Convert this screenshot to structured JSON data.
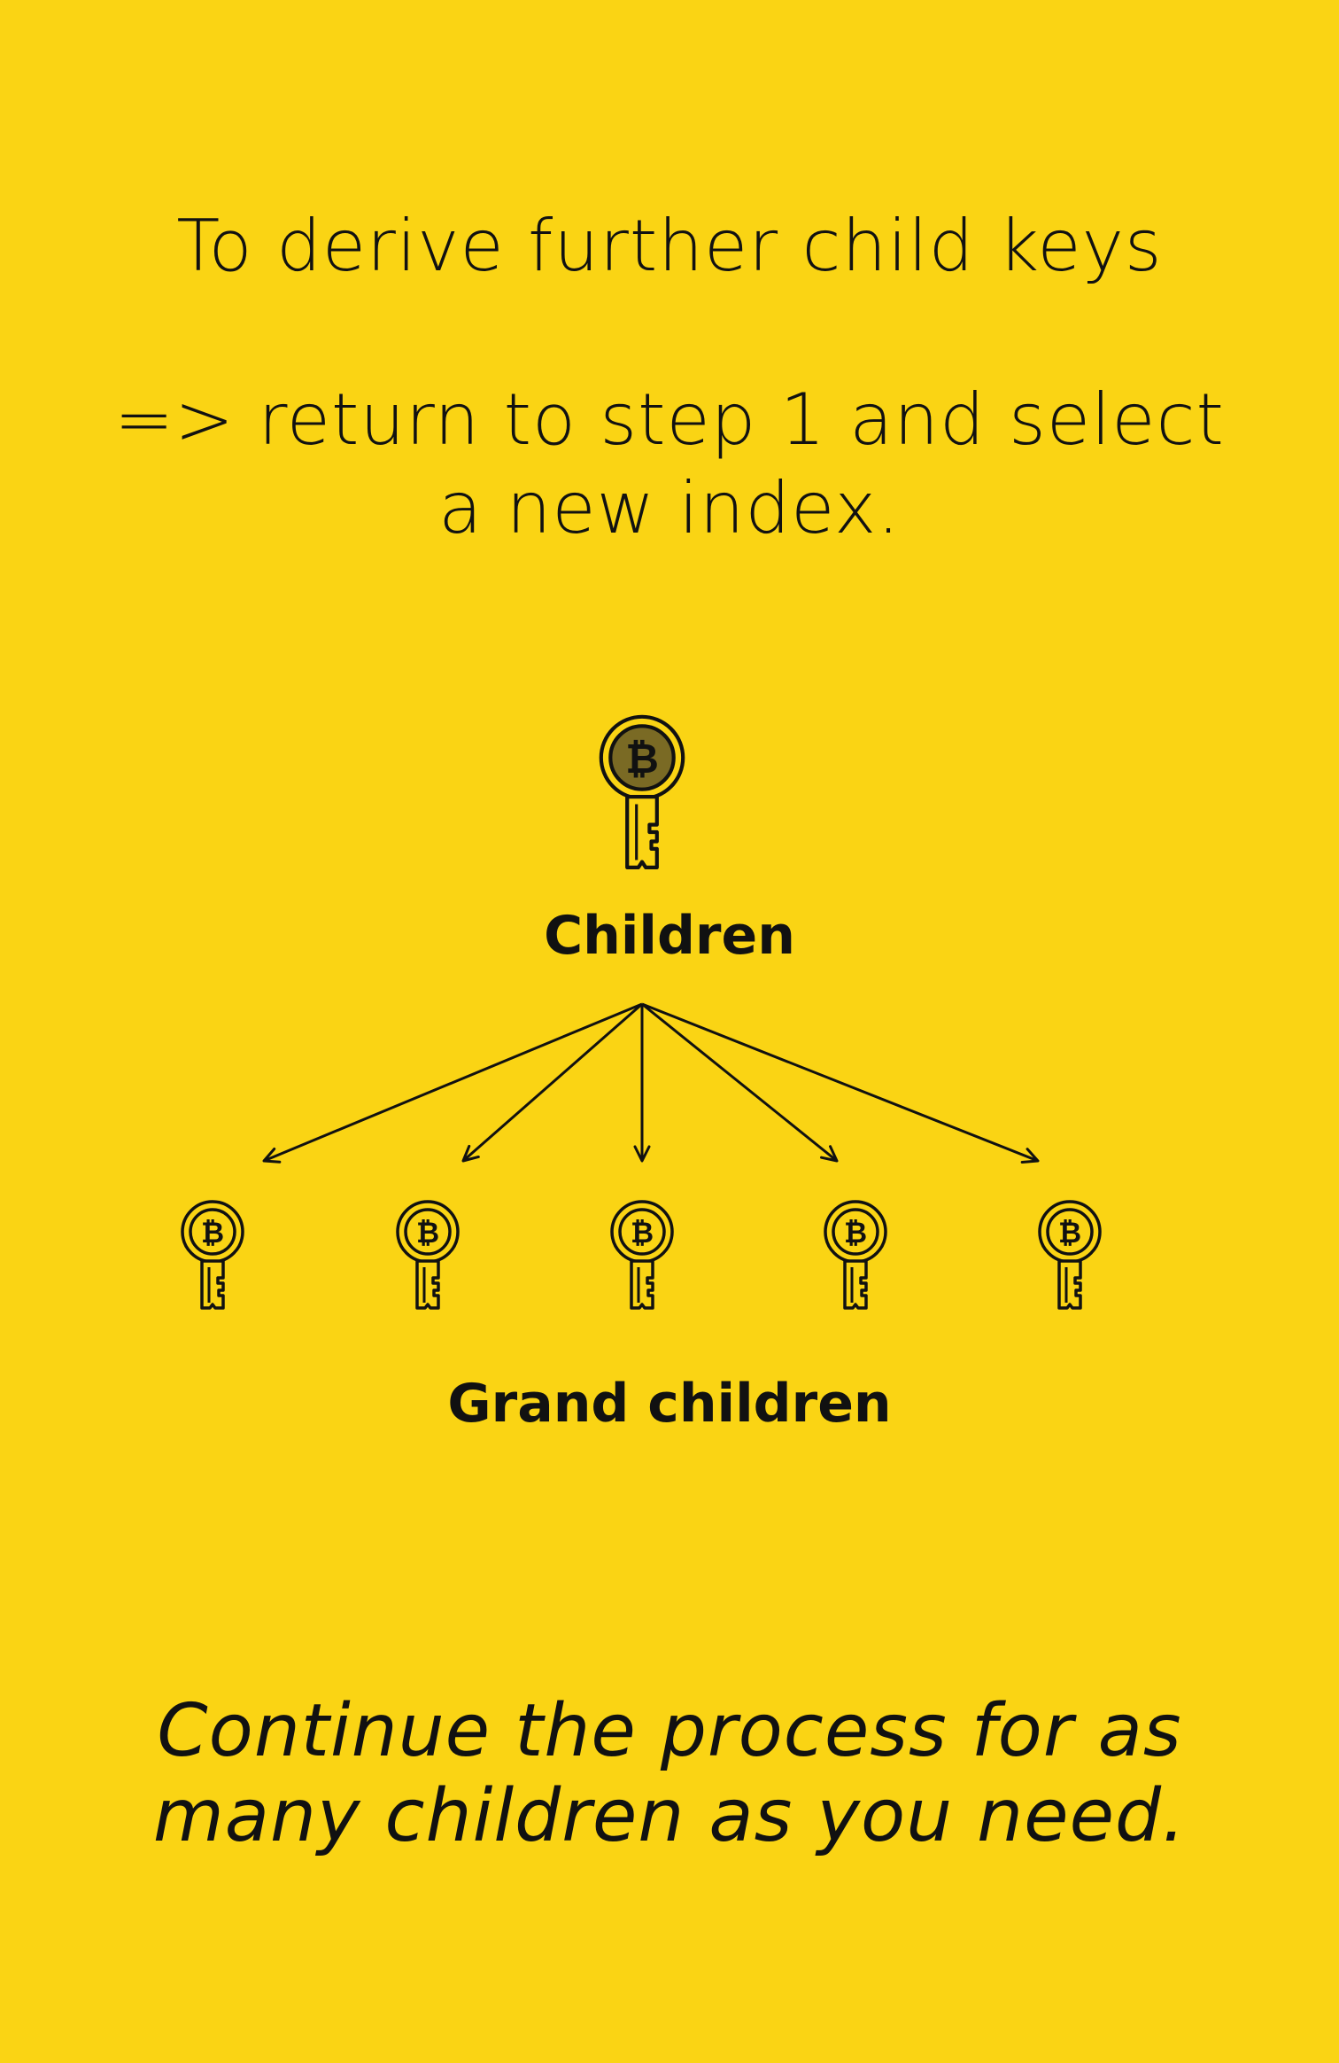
{
  "heading": "To derive further child keys",
  "instruction_line1": "=> return to step 1 and select",
  "instruction_line2": "a new index.",
  "labels": {
    "children": "Children",
    "grand_children": "Grand children"
  },
  "closing_line1": "Continue the process for as",
  "closing_line2": "many children as you need.",
  "colors": {
    "background": "#FAD414",
    "text": "#111111",
    "parent_key_fill": "#7A6A24",
    "key_stroke": "#111111"
  },
  "icons": {
    "parent_key": "bitcoin-key-icon",
    "child_key": "bitcoin-key-icon",
    "connector": "arrow-icon"
  },
  "grand_children_count": 5
}
